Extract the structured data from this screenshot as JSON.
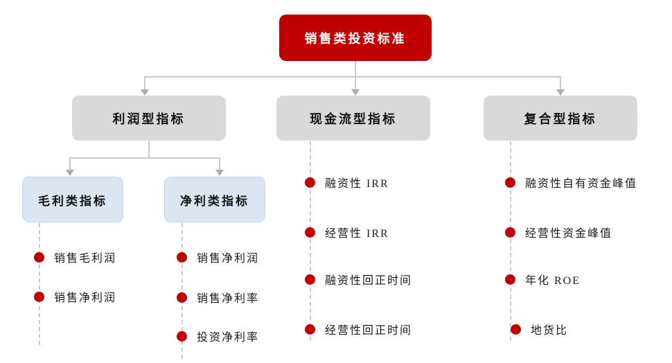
{
  "palette": {
    "accent_red": "#C00000",
    "gray_box": "#D9D9D9",
    "blue_box": "#DCE6F2",
    "blue_border": "#C3D4E8",
    "connector_line": "#C8C8C8",
    "bullet": "#C00000"
  },
  "root": {
    "label": "销售类投资标准"
  },
  "level2": [
    {
      "label": "利润型指标"
    },
    {
      "label": "现金流型指标"
    },
    {
      "label": "复合型指标"
    }
  ],
  "level3": [
    {
      "label": "毛利类指标"
    },
    {
      "label": "净利类指标"
    }
  ],
  "columns": [
    {
      "items": [
        "销售毛利润",
        "销售净利润"
      ]
    },
    {
      "items": [
        "销售净利润",
        "销售净利率",
        "投资净利率"
      ]
    },
    {
      "items": [
        "融资性 IRR",
        "经营性 IRR",
        "融资性回正时间",
        "经营性回正时间"
      ]
    },
    {
      "items": [
        "融资性自有资金峰值",
        "经营性资金峰值",
        "年化 ROE",
        "地货比"
      ]
    }
  ]
}
